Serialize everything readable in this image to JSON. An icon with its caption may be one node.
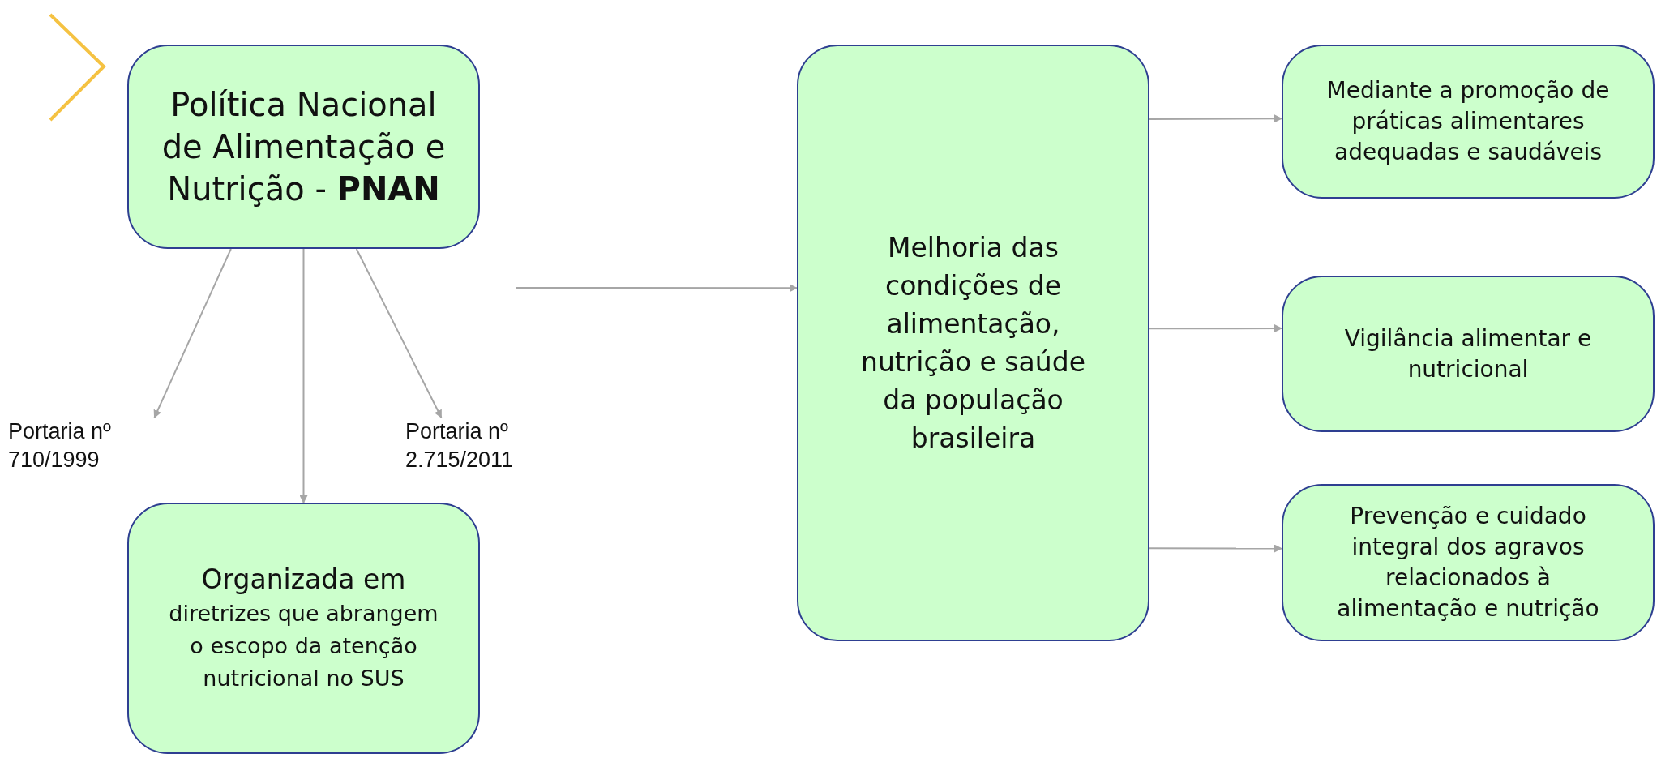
{
  "diagram": {
    "nodes": [
      {
        "text": [
          "Política Nacional de Alimentação e Nutrição - **PNAN**"
        ]
      },
      {
        "text": [
          "Portaria nº 710/1999"
        ]
      },
      {
        "text": [
          "Organizada em",
          "diretrizes que abrangem o escopo da atenção nutricional no SUS"
        ]
      },
      {
        "text": [
          "Portaria nº 2.715/2011"
        ]
      },
      {
        "text": [
          "Melhoria das condições de alimentação, nutrição e saúde da população brasileira"
        ]
      },
      {
        "text": [
          "Mediante a promoção de práticas alimentares adequadas e saudáveis"
        ]
      },
      {
        "text": [
          "Vigilância alimentar e nutricional"
        ]
      },
      {
        "text": [
          "Prevenção e cuidado integral dos agravos relacionados à alimentação e nutrição"
        ]
      }
    ],
    "edges": [
      {
        "from": 0,
        "to": 1,
        "arrow": "to"
      },
      {
        "from": 0,
        "to": 2,
        "arrow": "to"
      },
      {
        "from": 0,
        "to": 3,
        "arrow": "to"
      },
      {
        "from": null,
        "to": 4,
        "arrow": "to"
      },
      {
        "from": 4,
        "to": 5,
        "arrow": "to"
      },
      {
        "from": 4,
        "to": 6,
        "arrow": "to"
      },
      {
        "from": 4,
        "to": 7,
        "arrow": "to"
      }
    ]
  }
}
